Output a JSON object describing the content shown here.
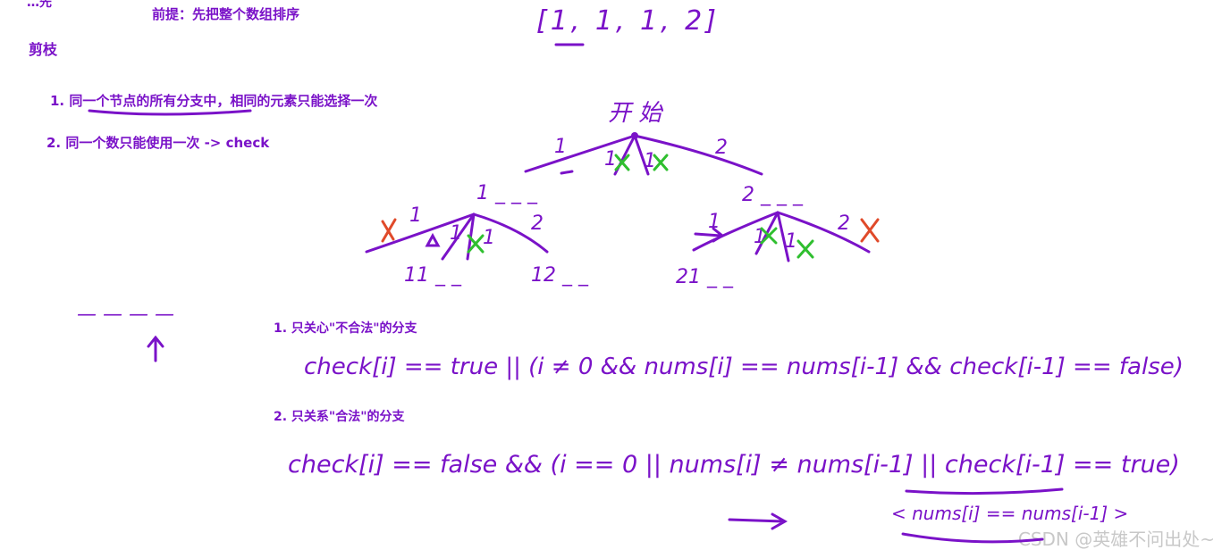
{
  "notes": {
    "top_cut": "…先",
    "premise": "前提：先把整个数组排序",
    "prune": "剪枝",
    "rule1": "1. 同一个节点的所有分支中，相同的元素只能选择一次",
    "rule2": "2. 同一个数只能使用一次 -> check",
    "cond1_title": "1. 只关心\"不合法\"的分支",
    "cond2_title": "2. 只关系\"合法\"的分支"
  },
  "handwriting": {
    "array": "[1, 1, 1, 2]",
    "start": "开 始",
    "cond1": "check[i] == true || (i ≠ 0 && nums[i] == nums[i-1] && check[i-1] == false)",
    "cond2": "check[i] == false && (i == 0 || nums[i] ≠ nums[i-1] || check[i-1] == true)",
    "cond3": "< nums[i] == nums[i-1] >",
    "tree": {
      "root_left": "1",
      "root_mid1": "1",
      "root_mid2": "1",
      "root_right": "2",
      "node_left": "1 _ _ _",
      "node_right": "2 _ _ _",
      "l_branch1": "1",
      "l_branch2": "1",
      "l_branch3": "1",
      "l_branch4": "2",
      "r_branch1": "1",
      "r_branch2": "1",
      "r_branch3": "1",
      "r_branch4": "2",
      "leaf1": "11 _ _",
      "leaf2": "12 _ _",
      "leaf3": "21 _ _"
    },
    "slots": "— — — —"
  },
  "watermark": "CSDN @英雄不问出处~",
  "colors": {
    "ink": "#7a12c8",
    "green_mark": "#2fbf2f",
    "red_mark": "#e04a2a"
  }
}
